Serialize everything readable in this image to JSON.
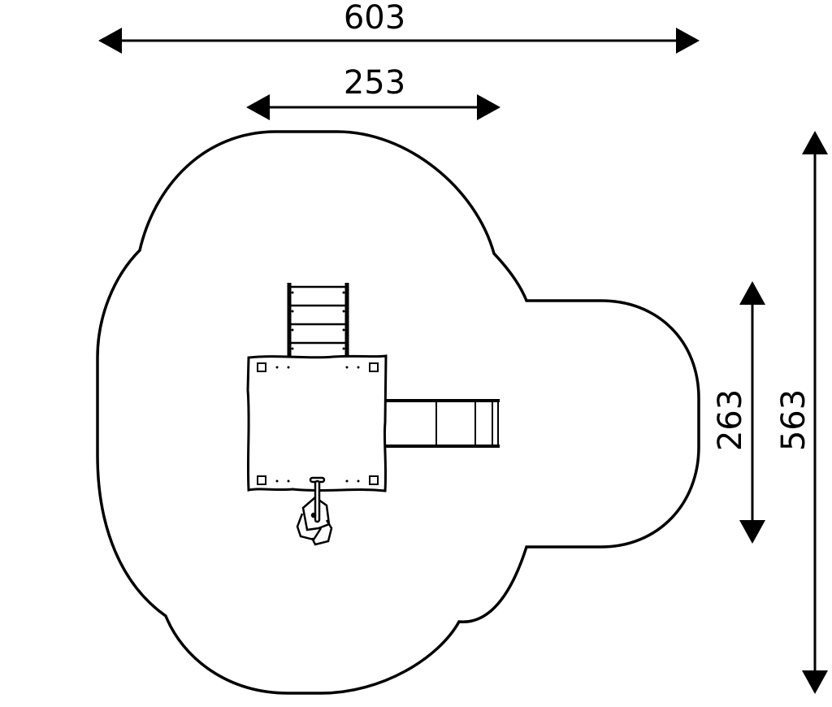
{
  "diagram": {
    "type": "playground-footprint-plan",
    "stroke_color": "#000000",
    "background": "#ffffff",
    "dimensions": {
      "overall_width": "603",
      "platform_width": "253",
      "slide_zone_height": "263",
      "overall_height": "563"
    },
    "components": [
      "safety-zone-outline",
      "ladder",
      "platform",
      "slide",
      "rope-climber-rock"
    ]
  }
}
